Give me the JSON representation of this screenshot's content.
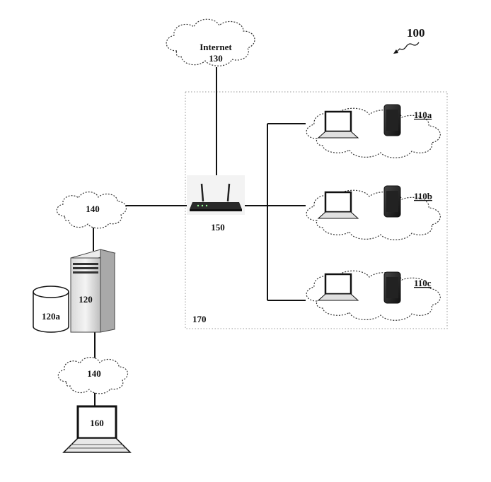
{
  "labels": {
    "system": "100",
    "internet": "Internet",
    "internet_ref": "130",
    "network_left": "140",
    "network_bottom": "140",
    "router": "150",
    "local_network": "170",
    "server": "120",
    "database": "120a",
    "terminal": "160",
    "device_a": "110a",
    "device_b": "110b",
    "device_c": "110c"
  },
  "colors": {
    "line": "#111111",
    "cloud_stroke": "#333333",
    "box_stroke": "#999999"
  },
  "icons": [
    "internet-cloud-icon",
    "network-cloud-icon",
    "router-icon",
    "server-tower-icon",
    "database-cylinder-icon",
    "laptop-icon",
    "smartphone-icon"
  ]
}
